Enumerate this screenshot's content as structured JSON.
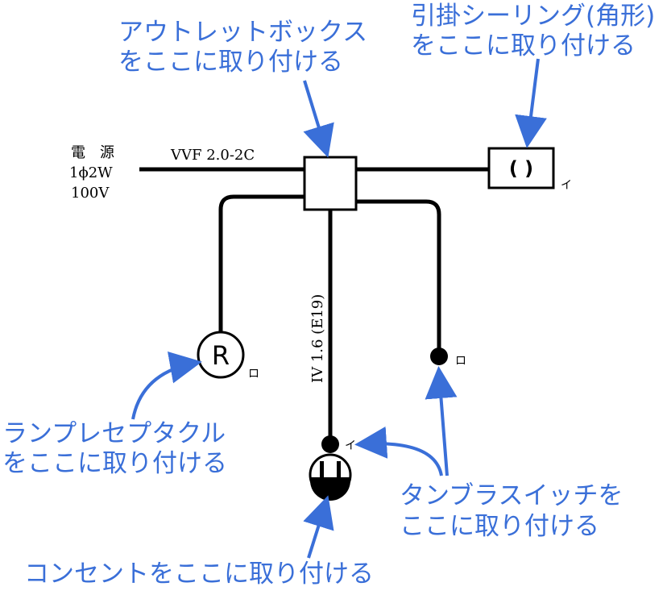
{
  "power": {
    "line1": "電　源",
    "line2": "1ϕ2W",
    "line3": "100V"
  },
  "cable_main": "VVF 2.0-2C",
  "cable_vertical": "IV 1.6 (E19)",
  "ceiling_symbol": "( )",
  "receptacle_symbol": "R",
  "marks": {
    "ceiling": "イ",
    "receptacle": "ロ",
    "switch_right": "ロ",
    "switch_outlet": "イ"
  },
  "annotations": {
    "outlet_box": [
      "アウトレットボックス",
      "をここに取り付ける"
    ],
    "ceiling": [
      "引掛シーリング(角形)",
      "をここに取り付ける"
    ],
    "receptacle": [
      "ランプレセプタクル",
      "をここに取り付ける"
    ],
    "switch": [
      "タンブラスイッチを",
      "ここに取り付ける"
    ],
    "outlet": [
      "コンセントをここに取り付ける"
    ]
  },
  "colors": {
    "annotation": "#3a6fd8",
    "wire": "#000000"
  }
}
